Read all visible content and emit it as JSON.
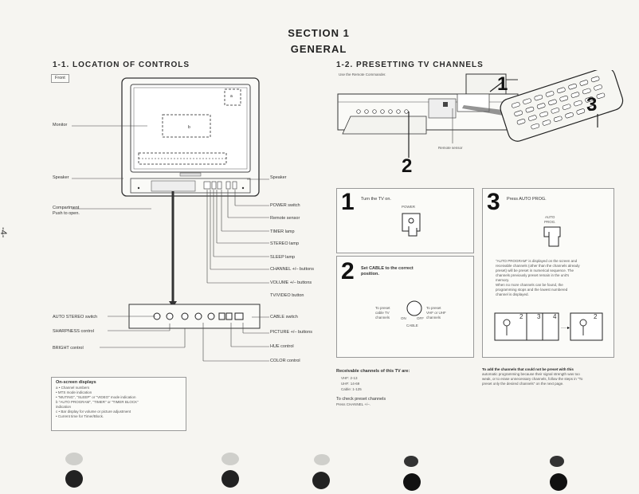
{
  "header": {
    "section": "SECTION 1",
    "subtitle": "GENERAL"
  },
  "page_number": "-4-",
  "left": {
    "heading": "1-1.  LOCATION OF CONTROLS",
    "front_tag": "Front",
    "callout_a": "a",
    "callout_b": "b",
    "labels": {
      "monitor": "Monitor",
      "speaker_left": "Speaker",
      "speaker_right": "Speaker",
      "compartment": "Compartment",
      "push_to_open": "Push to open.",
      "power_switch": "POWER switch",
      "remote_sensor": "Remote sensor",
      "timer_lamp": "TIMER lamp",
      "stereo_lamp": "STEREO lamp",
      "sleep_lamp": "SLEEP lamp",
      "channel_buttons": "CHANNEL +/– buttons",
      "volume_buttons": "VOLUME +/– buttons",
      "tv_video_button": "TV/VIDEO button",
      "auto_stereo_switch": "AUTO STEREO switch",
      "sharpness_control": "SHARPNESS control",
      "bright_control": "BRIGHT control",
      "cable_switch": "CABLE switch",
      "picture_buttons": "PICTURE +/– buttons",
      "hue_control": "HUE control",
      "color_control": "COLOR control"
    },
    "onscreen": {
      "title": "On-screen displays",
      "lines": [
        "a  • Channel numbers",
        "    • MTS mode indication",
        "    • \"MUTING\", \"SLEEP\" or \"VIDEO\" mode indication",
        "b  \"AUTO PROGRAM\", \"TIMER\" or \"TIMER BLOCK\"",
        "    indication",
        "c  • Bar display for volume or picture adjustment",
        "    • Current time for Timer/Block."
      ]
    }
  },
  "right": {
    "heading": "1-2.  PRESETTING TV CHANNELS",
    "intro": "Use the Remote Commander.",
    "callout_1": "1",
    "callout_2": "2",
    "callout_3": "3",
    "remote_sensor_label": "Remote sensor",
    "step1": {
      "num": "1",
      "text": "Turn the TV on.",
      "button": "POWER"
    },
    "step2": {
      "num": "2",
      "text_line1": "Set CABLE to the correct",
      "text_line2": "position.",
      "left_note": [
        "To preset",
        "cable TV",
        "channels"
      ],
      "right_note": [
        "To preset",
        "VHF or UHF",
        "channels"
      ],
      "on": "ON",
      "off": "OFF",
      "cable": "CABLE"
    },
    "step3": {
      "num": "3",
      "text": "Press AUTO PROG.",
      "button_line1": "AUTO",
      "button_line2": "PROG.",
      "desc": [
        "\"AUTO PROGRAM\" is displayed on the screen and",
        "receivable channels (other than the channels already",
        "preset) will be preset in numerical sequence. The",
        "channels previously preset remain in the unit's",
        "memory.",
        "When no more channels can be found, the",
        "programming stops and the lowest numbered",
        "channel is displayed."
      ],
      "screen_numbers": [
        "2",
        "3",
        "4",
        "2"
      ]
    },
    "receivable": {
      "title": "Receivable channels of this TV are:",
      "lines": [
        "VHF: 2-13",
        "UHF: 14-69",
        "Cable: 1-125"
      ]
    },
    "check": {
      "title": "To check preset channels",
      "line": "Press CHANNEL +/–."
    },
    "add_note": [
      "To add the channels that could not be preset with this",
      "automatic programming because their signal strength was too",
      "weak, or to erase unnecessary channels, follow the steps in \"To",
      "preset only the desired channels\" on the next page."
    ]
  }
}
